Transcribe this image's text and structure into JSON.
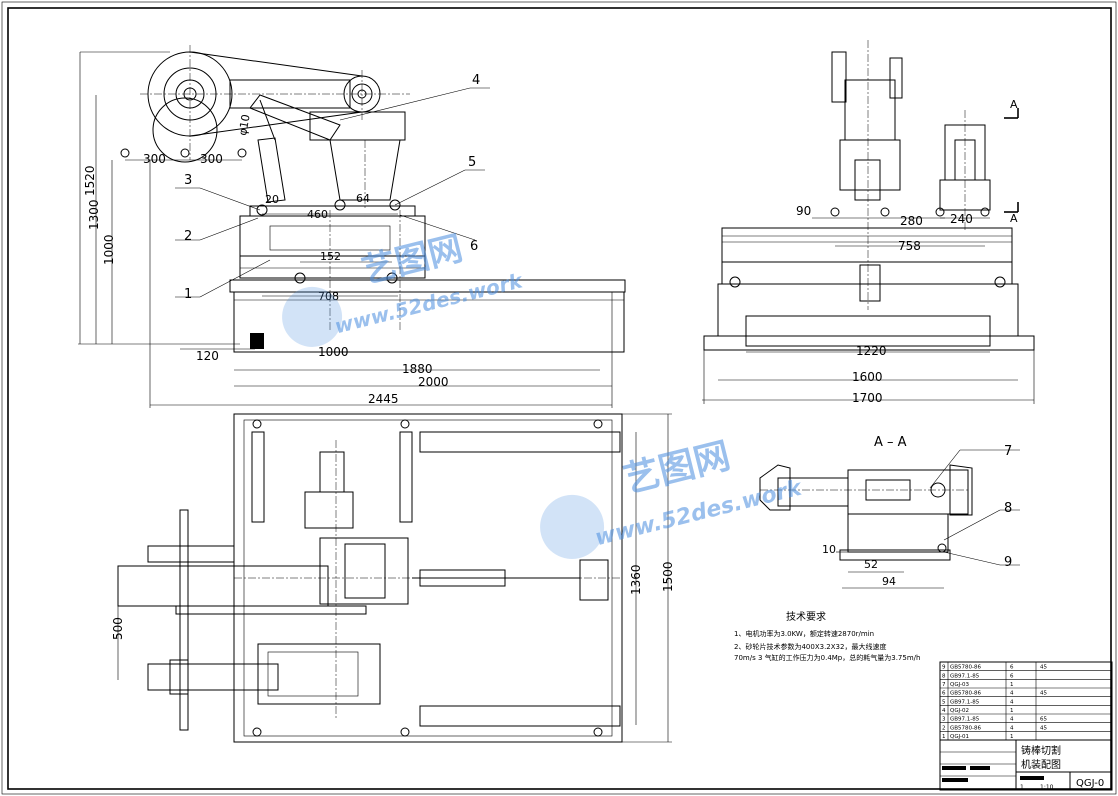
{
  "section_label": "A",
  "section_title": "A – A",
  "dims": {
    "d1520": "1520",
    "d1300": "1300",
    "d1000": "1000",
    "d300a": "300",
    "d300b": "300",
    "d10": "φ10",
    "d20": "20",
    "d460": "460",
    "d64": "64",
    "d152": "152",
    "d708": "708",
    "d120": "120",
    "d1000h": "1000",
    "d1880": "1880",
    "d2000": "2000",
    "d2445": "2445",
    "d90": "90",
    "d280": "280",
    "d240": "240",
    "d758": "758",
    "d1220": "1220",
    "d1600": "1600",
    "d1700": "1700",
    "d500": "500",
    "d1360": "1360",
    "d1500": "1500",
    "d10s": "10",
    "d52": "52",
    "d94": "94"
  },
  "callouts": [
    "1",
    "2",
    "3",
    "4",
    "5",
    "6",
    "7",
    "8",
    "9"
  ],
  "watermark": {
    "brand": "艺图网",
    "url": "www.52des.work",
    "color": "#4a8ee0"
  },
  "tech": {
    "title": "技术要求",
    "line1": "1、电机功率为3.0KW，额定转速2870r/min",
    "line2": "2、砂轮片技术参数为400X3.2X32，最大线速度",
    "line3": "70m/s 3 气缸的工作压力为0.4Mp，总的耗气量为3.75m/h"
  },
  "parts": [
    {
      "no": "9",
      "code": "GB5780-86",
      "qty": "6",
      "note": "45"
    },
    {
      "no": "8",
      "code": "GB97.1-85",
      "qty": "6",
      "note": ""
    },
    {
      "no": "7",
      "code": "QGJ-03",
      "qty": "1",
      "note": ""
    },
    {
      "no": "6",
      "code": "GB5780-86",
      "qty": "4",
      "note": "45"
    },
    {
      "no": "5",
      "code": "GB97.1-85",
      "qty": "4",
      "note": ""
    },
    {
      "no": "4",
      "code": "QGJ-02",
      "qty": "1",
      "note": ""
    },
    {
      "no": "3",
      "code": "GB97.1-85",
      "qty": "4",
      "note": "65"
    },
    {
      "no": "2",
      "code": "GB5780-86",
      "qty": "4",
      "note": "45"
    },
    {
      "no": "1",
      "code": "QGJ-01",
      "qty": "1",
      "note": ""
    }
  ],
  "title_block": {
    "name_line1": "铸棒切割",
    "name_line2": "机装配图",
    "drawing_no": "QGJ-0",
    "scale_a": "1",
    "scale_b": "1:10"
  }
}
